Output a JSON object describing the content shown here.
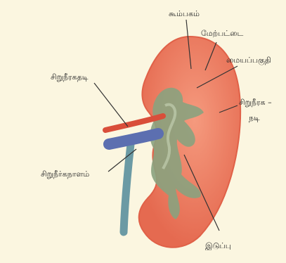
{
  "labels": {
    "cortex": "கூம்பகம்",
    "outer_layer": "மேற்பட்டை",
    "medulla": "மையப்பகுதி",
    "renal_artery": "சிறுநீரகதடி",
    "renal_vein_line1": "சிறுநீரக –",
    "renal_vein_line2": "நடி",
    "ureter": "சிறுநீர்கநாளம்",
    "pelvis": "இடுப்பு"
  },
  "colors": {
    "background": "#fbf6e0",
    "kidney": "#ec7b60",
    "kidney_edge": "#e06148",
    "pelvis": "#8aa27e",
    "vessel_blue": "#5c6fb0",
    "vessel_red": "#d94e3a",
    "ureter_teal": "#6b9aa4",
    "leader_line": "#333333"
  }
}
